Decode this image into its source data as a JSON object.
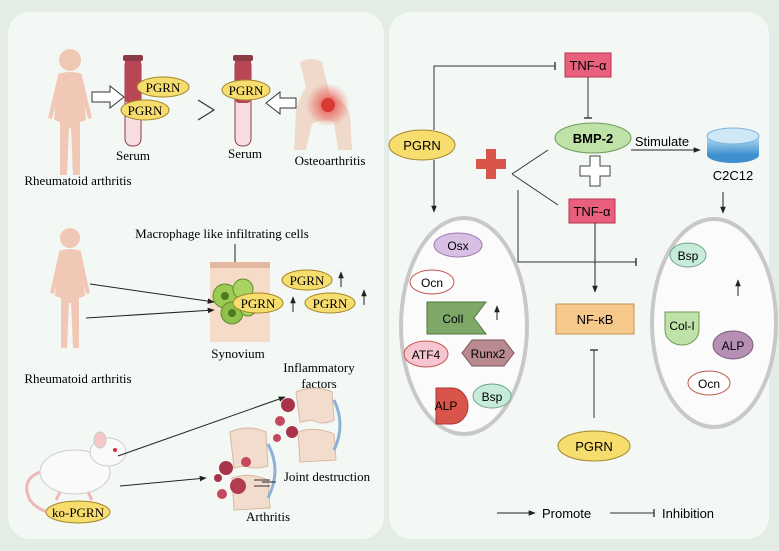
{
  "left_panel": {
    "serum_comparison": {
      "pgrn_labels": [
        "PGRN",
        "PGRN",
        "PGRN"
      ],
      "serum_label_left": "Serum",
      "serum_label_right": "Serum",
      "condition_left": "Rheumatoid arthritis",
      "condition_right": "Osteoarthritis"
    },
    "synovium": {
      "cells_label": "Macrophage like infiltrating cells",
      "tissue_label": "Synovium",
      "condition": "Rheumatoid arthritis",
      "pgrn_labels": [
        "PGRN",
        "PGRN",
        "PGRN"
      ]
    },
    "knockout": {
      "mouse_label": "ko-PGRN",
      "inflammatory_label_line1": "Inflammatory",
      "inflammatory_label_line2": "factors",
      "joint_destruction_label": "Joint destruction",
      "arthritis_label": "Arthritis"
    }
  },
  "right_panel": {
    "pgrn_top": "PGRN",
    "pgrn_bottom": "PGRN",
    "tnf_top": "TNF-α",
    "tnf_mid": "TNF-α",
    "bmp2": "BMP-2",
    "stimulate": "Stimulate",
    "c2c12": "C2C12",
    "nfkb": "NF-κB",
    "left_markers": {
      "osx": "Osx",
      "ocn": "Ocn",
      "colii": "ColI",
      "atf4": "ATF4",
      "runx2": "Runx2",
      "alp": "ALP",
      "bsp": "Bsp"
    },
    "right_markers": {
      "bsp": "Bsp",
      "coli": "Col-I",
      "alp": "ALP",
      "ocn": "Ocn"
    },
    "legend": {
      "promote": "Promote",
      "inhibition": "Inhibition"
    }
  },
  "colors": {
    "background": "#e3ede5",
    "panel": "#f4f8f4",
    "pgrn_fill": "#f7dd6e",
    "tnf_fill": "#e8607b",
    "bmp_fill": "#bfe2a8",
    "cross": "#d9554b",
    "nfkb_fill": "#f6c98d"
  }
}
